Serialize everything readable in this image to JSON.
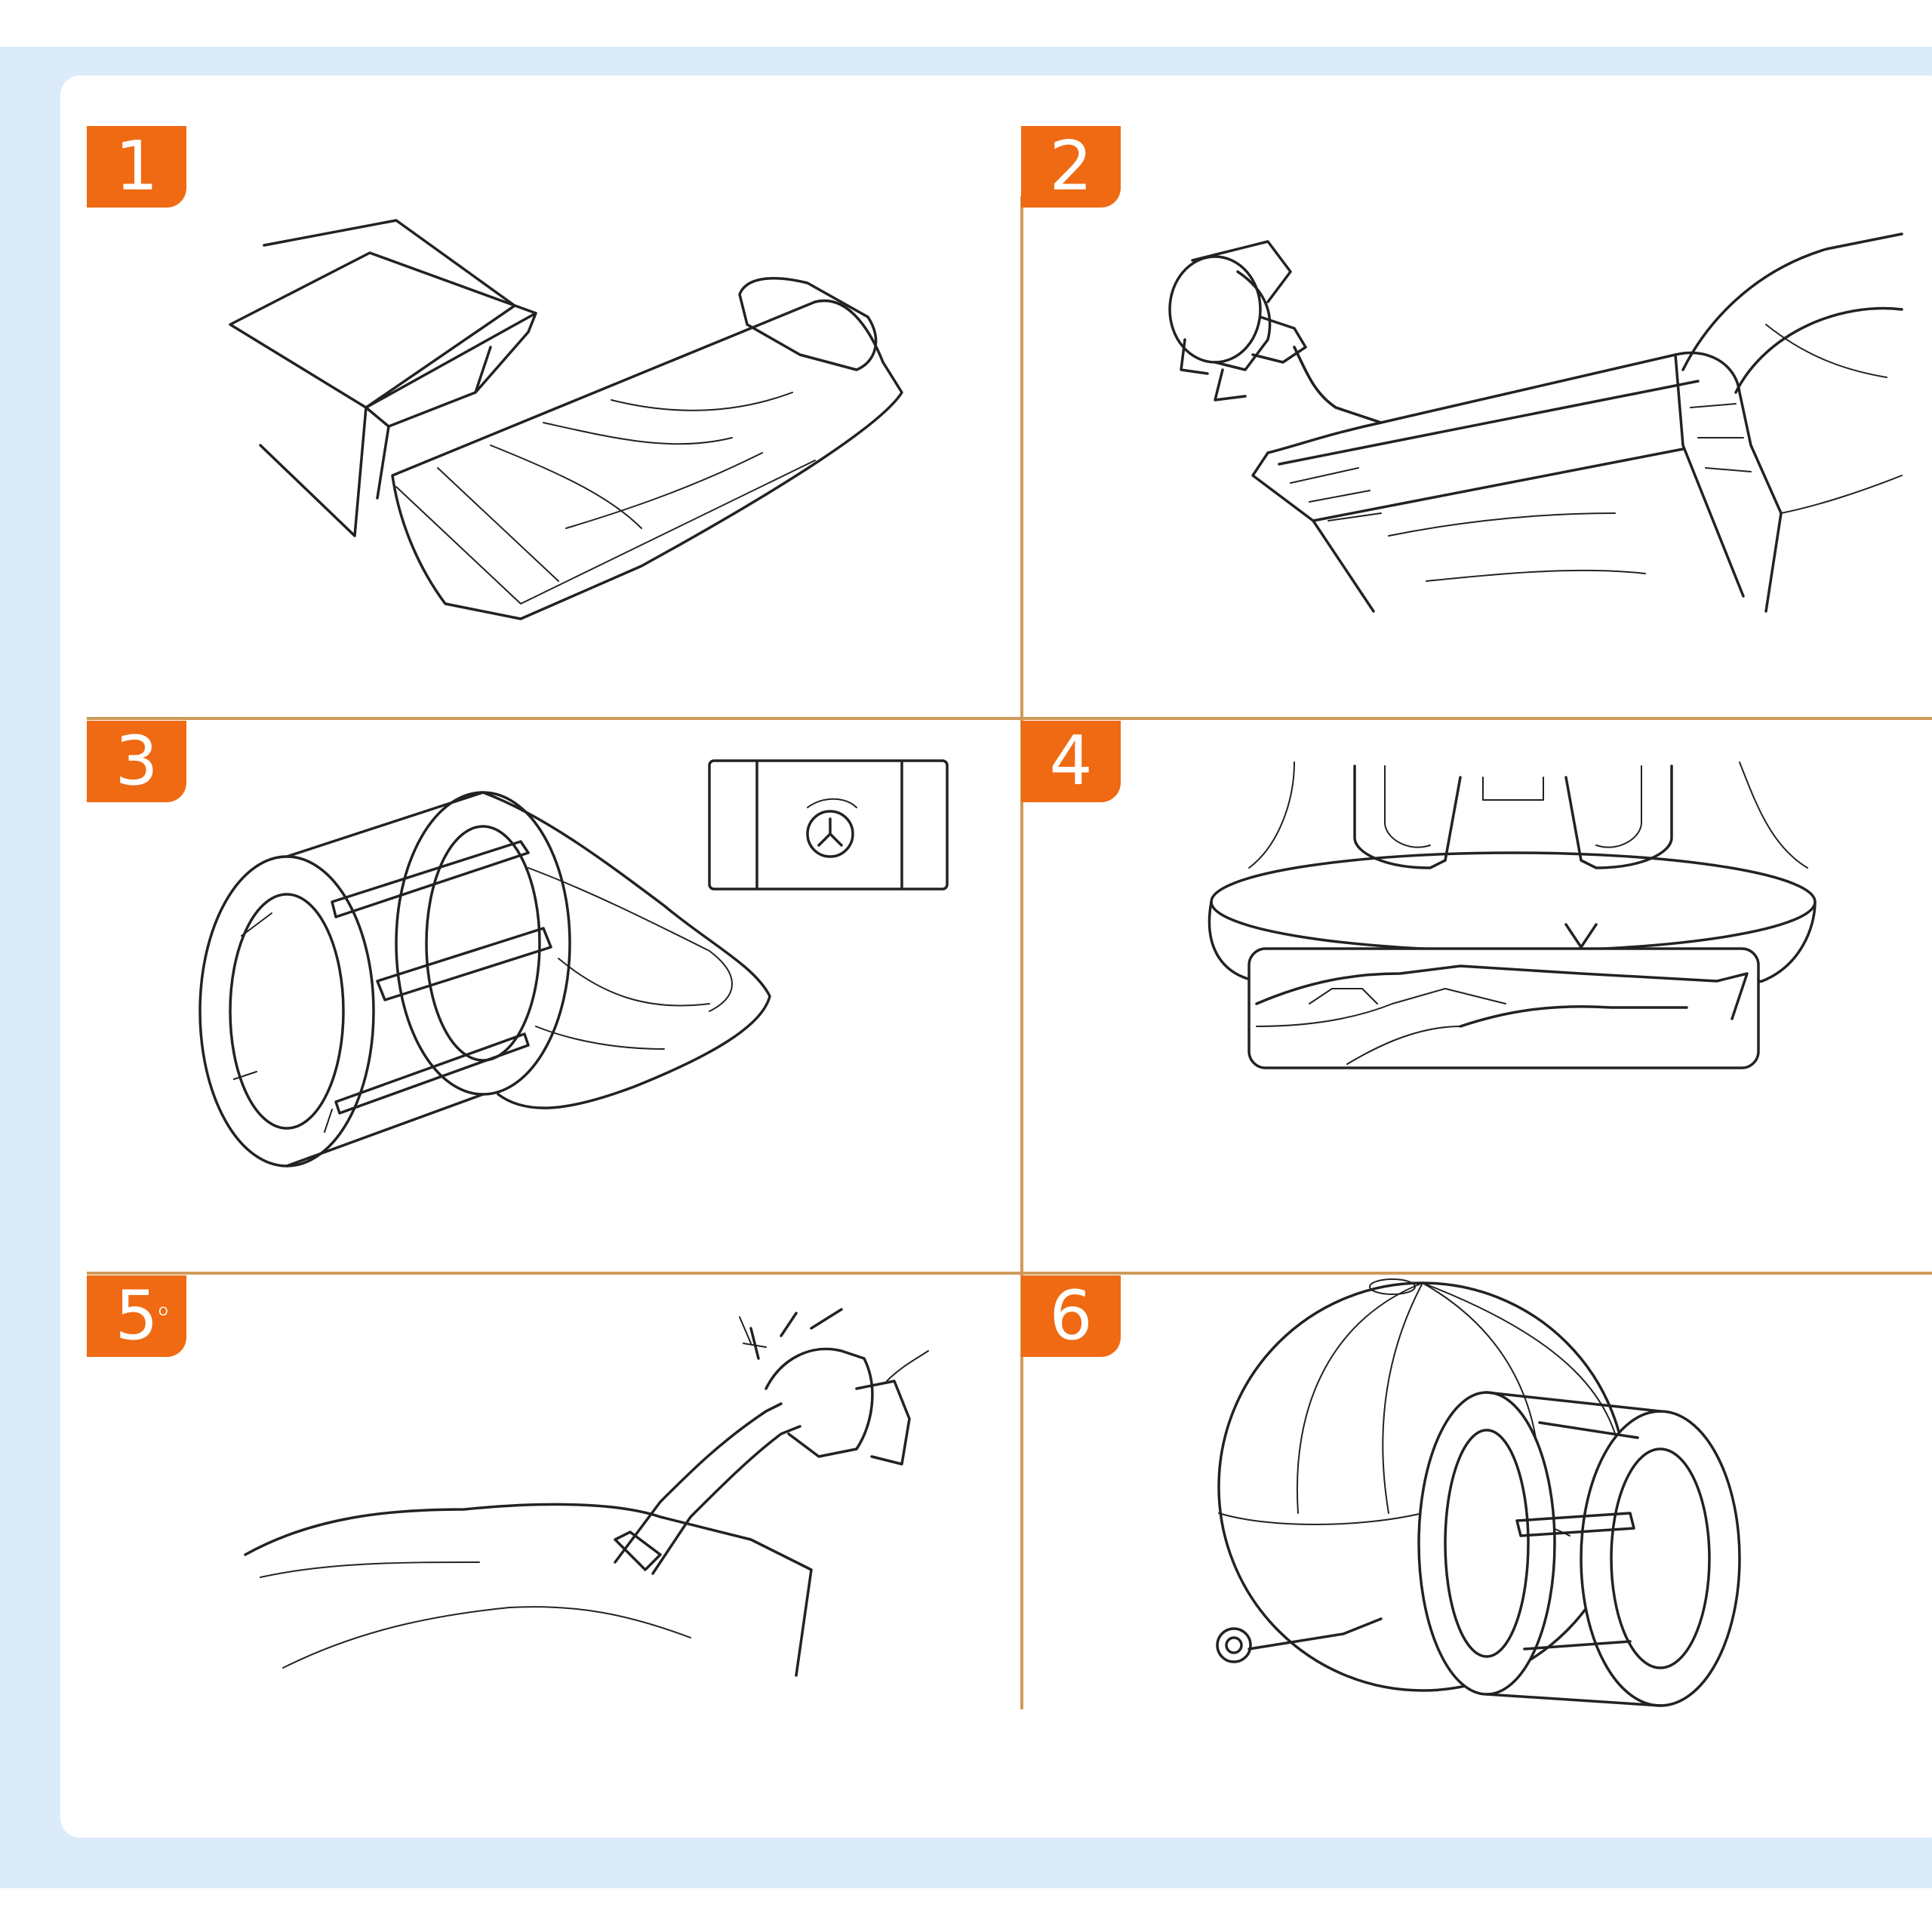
{
  "steps": [
    {
      "number": "1",
      "picture": "unbox-and-unroll"
    },
    {
      "number": "2",
      "picture": "inflate-tunnel-with-pump"
    },
    {
      "number": "3",
      "picture": "tunnel-and-dome-inflating"
    },
    {
      "number": "4",
      "picture": "open-dome-zipper"
    },
    {
      "number": "5",
      "picture": "tie-air-outlet"
    },
    {
      "number": "6",
      "picture": "inflated-bubble-tent"
    }
  ],
  "step5_mark": "O",
  "colors": {
    "badge": "#ef6a12",
    "divider": "#cf9a5a",
    "background": "#dcebfa",
    "card": "#ffffff",
    "line": "#222222"
  }
}
